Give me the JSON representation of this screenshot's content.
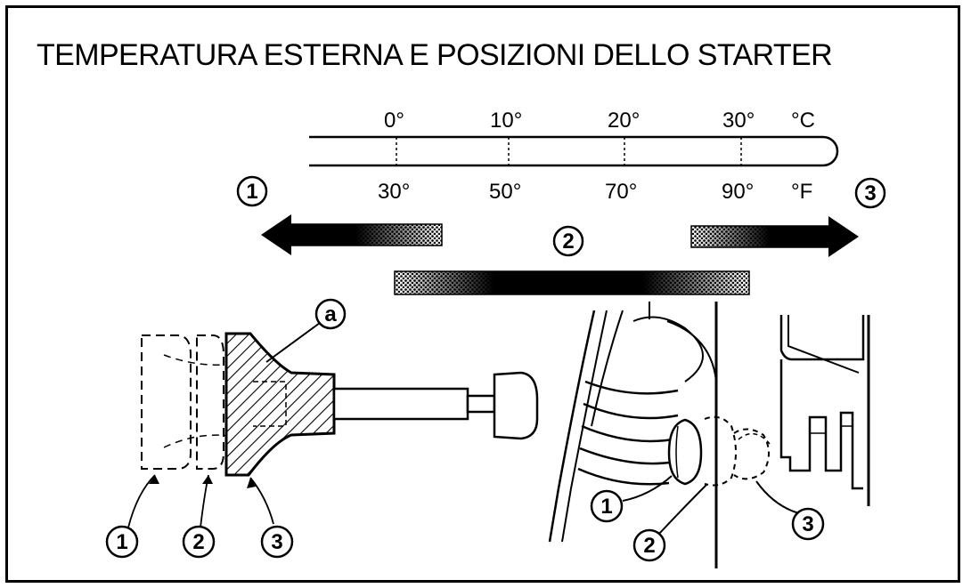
{
  "title": "TEMPERATURA ESTERNA E POSIZIONI DELLO STARTER",
  "scale": {
    "celsius_unit": "°C",
    "fahrenheit_unit": "°F",
    "celsius_ticks": [
      "0°",
      "10°",
      "20°",
      "30°"
    ],
    "fahrenheit_ticks": [
      "30°",
      "50°",
      "70°",
      "90°"
    ]
  },
  "bands": {
    "position_1_label": "1",
    "position_2_label": "2",
    "position_3_label": "3"
  },
  "knob_detail": {
    "callout_a": "a",
    "position_labels": [
      "1",
      "2",
      "3"
    ]
  },
  "engine_detail": {
    "position_labels": [
      "1",
      "2",
      "3"
    ]
  },
  "colors": {
    "ink": "#000000",
    "paper": "#ffffff"
  }
}
